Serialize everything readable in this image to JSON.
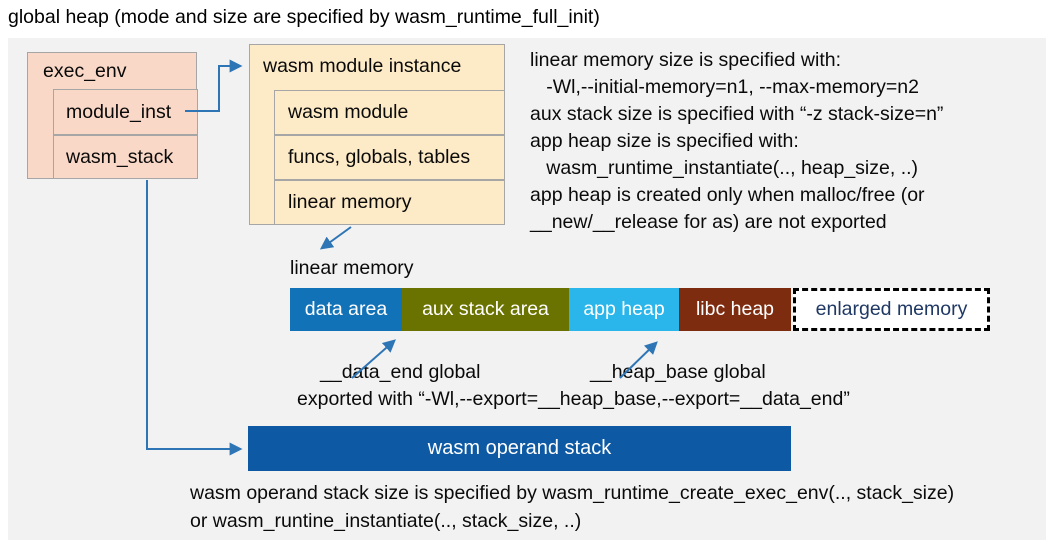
{
  "title": "global heap (mode and size are specified by wasm_runtime_full_init)",
  "exec_env": {
    "label": "exec_env",
    "fields": [
      "module_inst",
      "wasm_stack"
    ]
  },
  "module_instance": {
    "label": "wasm module instance",
    "fields": [
      "wasm module",
      "funcs, globals, tables",
      "linear memory"
    ]
  },
  "notes_right": {
    "lines": [
      "linear memory size is specified with:",
      "   -Wl,--initial-memory=n1, --max-memory=n2",
      "aux stack size is specified with “-z stack-size=n”",
      "app heap size is specified with:",
      "   wasm_runtime_instantiate(.., heap_size, ..)",
      "app heap is created only when malloc/free (or",
      "__new/__release for as) are not exported"
    ]
  },
  "linear_memory": {
    "label": "linear memory",
    "segments": [
      {
        "label": "data area"
      },
      {
        "label": "aux stack area"
      },
      {
        "label": "app heap"
      },
      {
        "label": "libc heap"
      }
    ],
    "enlarged": {
      "label": "enlarged memory"
    }
  },
  "annotations": {
    "data_end_label": "__data_end global",
    "heap_base_label": "__heap_base global",
    "exported_line": "exported with “-Wl,--export=__heap_base,--export=__data_end”"
  },
  "operand_stack": {
    "label": "wasm operand stack"
  },
  "notes_bottom": {
    "lines": [
      "wasm operand stack size is specified by wasm_runtime_create_exec_env(.., stack_size)",
      "or wasm_runtine_instantiate(.., stack_size, ..)"
    ]
  },
  "colors": {
    "canvas_bg": "#f2f2f2",
    "box_pink": "#fad8c7",
    "box_cream": "#fdeac6",
    "box_border": "#a6a6a6",
    "connector_blue": "#2e75b6",
    "data_area": "#1272b8",
    "aux_stack_area": "#6b7300",
    "app_heap": "#2ab6ea",
    "libc_heap": "#7d2c10",
    "enlarged_memory_text": "#1f3864",
    "operand_stack_bar": "#0e59a4"
  }
}
